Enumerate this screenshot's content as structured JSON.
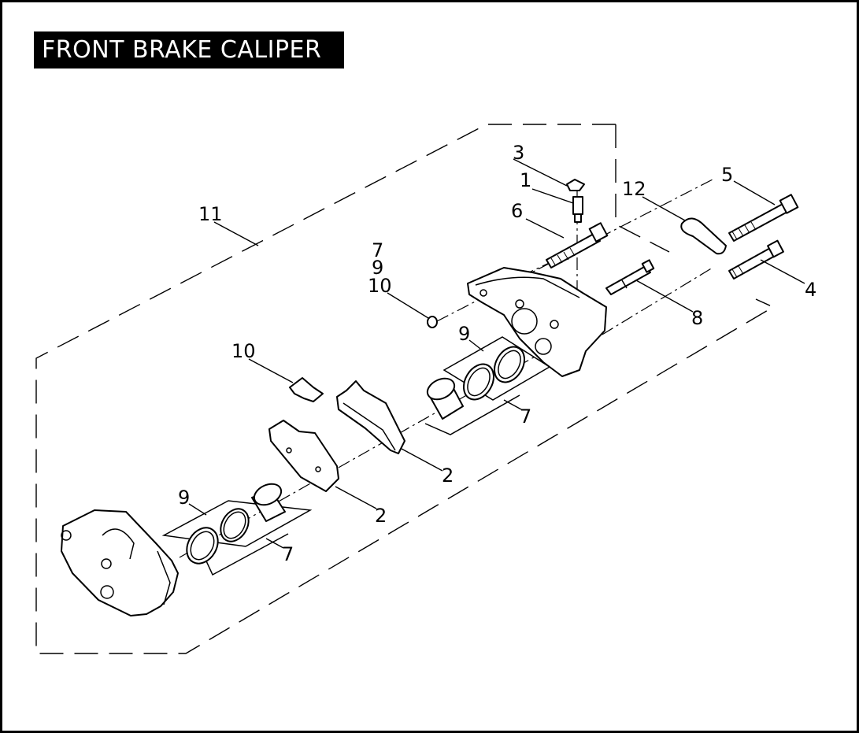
{
  "title": "FRONT BRAKE CALIPER",
  "callouts": [
    {
      "id": "c1",
      "label": "1"
    },
    {
      "id": "c2a",
      "label": "2"
    },
    {
      "id": "c2b",
      "label": "2"
    },
    {
      "id": "c3",
      "label": "3"
    },
    {
      "id": "c4",
      "label": "4"
    },
    {
      "id": "c5",
      "label": "5"
    },
    {
      "id": "c6",
      "label": "6"
    },
    {
      "id": "c7a",
      "label": "7"
    },
    {
      "id": "c7b",
      "label": "7"
    },
    {
      "id": "c7c",
      "label": "7"
    },
    {
      "id": "c8",
      "label": "8"
    },
    {
      "id": "c9a",
      "label": "9"
    },
    {
      "id": "c9b",
      "label": "9"
    },
    {
      "id": "c9c",
      "label": "9"
    },
    {
      "id": "c10a",
      "label": "10"
    },
    {
      "id": "c10b",
      "label": "10"
    },
    {
      "id": "c11",
      "label": "11"
    },
    {
      "id": "c12",
      "label": "12"
    }
  ]
}
